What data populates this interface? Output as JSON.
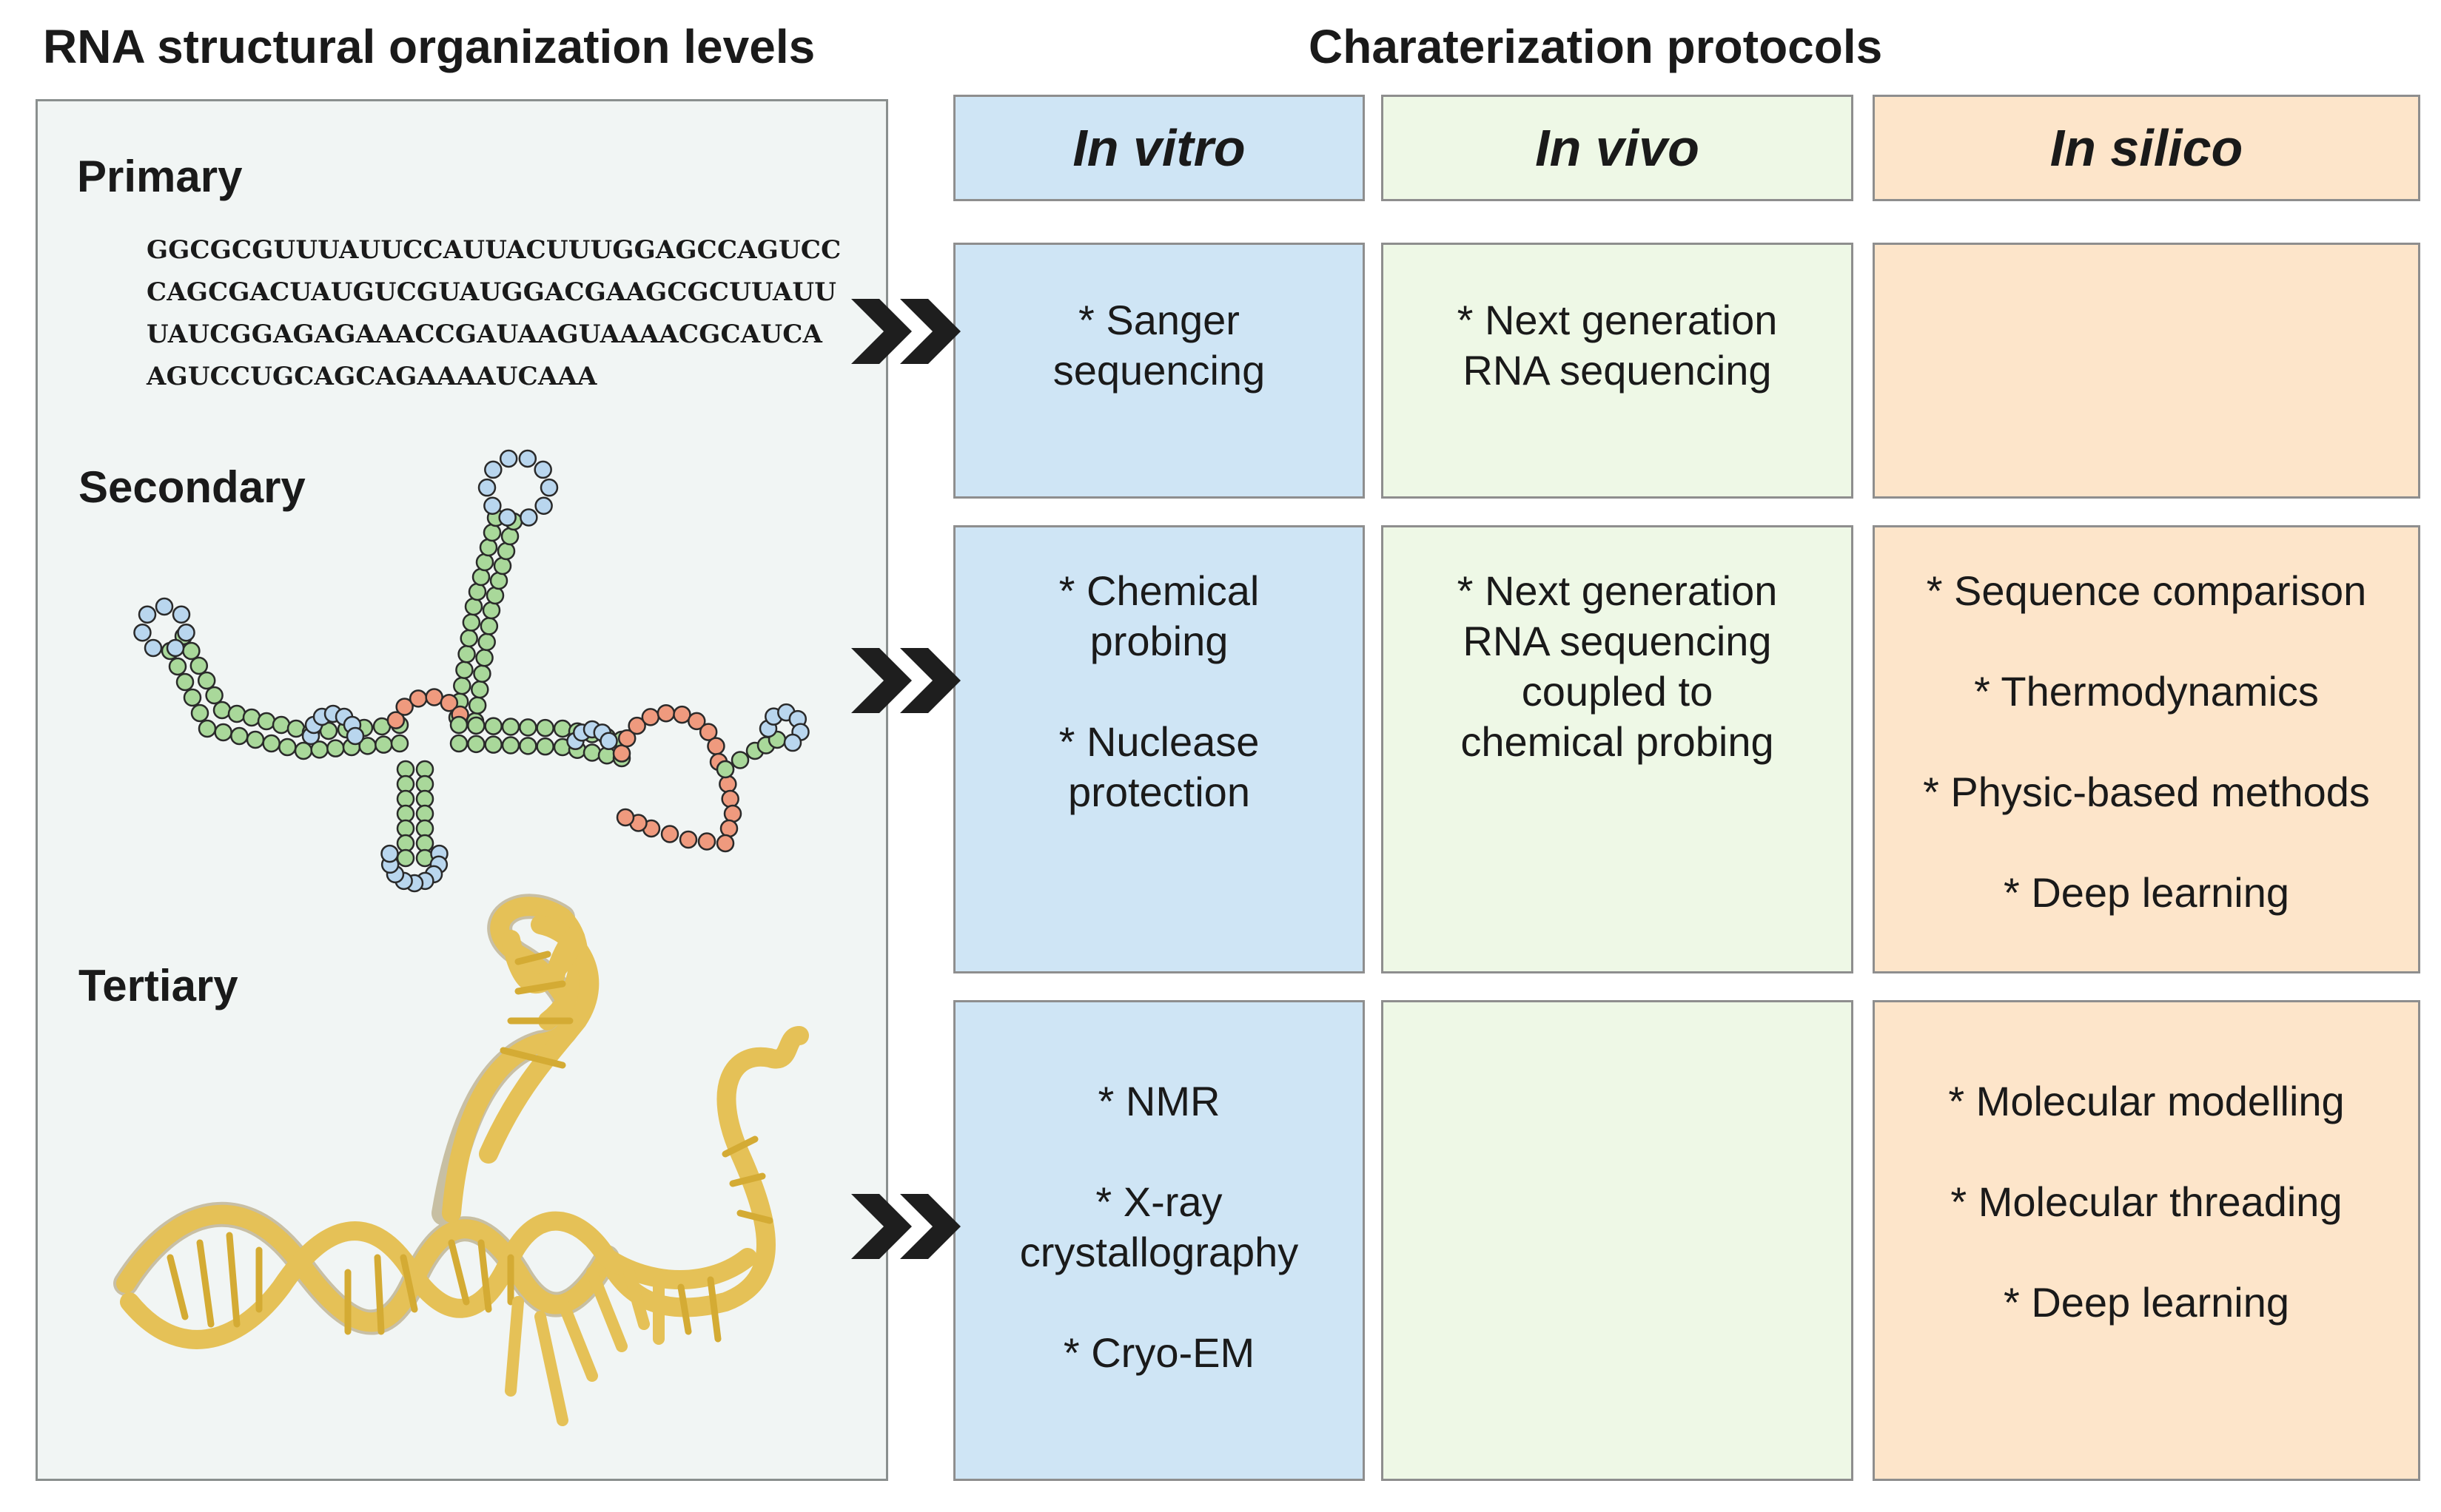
{
  "headings": {
    "left": "RNA structural organization levels",
    "right": "Charaterization protocols"
  },
  "levels": {
    "primary": "Primary",
    "secondary": "Secondary",
    "tertiary": "Tertiary"
  },
  "sequence": [
    "GGCGCGUUUAUUCCAUUACUUUGGAGCCAGUCC",
    "CAGCGACUAUGUCGUAUGGACGAAGCGCUUAUU",
    "UAUCGGAGAGAAACCGAUAAGUAAAACGCAUCA",
    "AGUCCUGCAGCAGAAAAUCAAA"
  ],
  "columns": {
    "vitro": "In vitro",
    "vivo": "In vivo",
    "silico": "In silico"
  },
  "cells": {
    "primary": {
      "vitro": [
        "* Sanger\nsequencing"
      ],
      "vivo": [
        "* Next generation\nRNA sequencing"
      ],
      "silico": []
    },
    "secondary": {
      "vitro": [
        "* Chemical\nprobing",
        "* Nuclease\nprotection"
      ],
      "vivo": [
        "* Next generation\nRNA sequencing\ncoupled to\nchemical probing"
      ],
      "silico": [
        "* Sequence comparison",
        "* Thermodynamics",
        "* Physic-based methods",
        "* Deep learning"
      ]
    },
    "tertiary": {
      "vitro": [
        "* NMR",
        "* X-ray\ncrystallography",
        "* Cryo-EM"
      ],
      "vivo": [],
      "silico": [
        "* Molecular modelling",
        "* Molecular threading",
        "* Deep learning"
      ]
    }
  },
  "colors": {
    "vitro": "#cfe5f5",
    "vivo": "#eef8e6",
    "silico": "#fde5ca",
    "stem": "#a9d89a",
    "loop": "#b9d6ee",
    "single": "#ef9a7e",
    "ribbon": "#e5c157",
    "arrow": "#1e1e1e"
  },
  "icons": [
    "double-chevron-arrow-icon"
  ]
}
